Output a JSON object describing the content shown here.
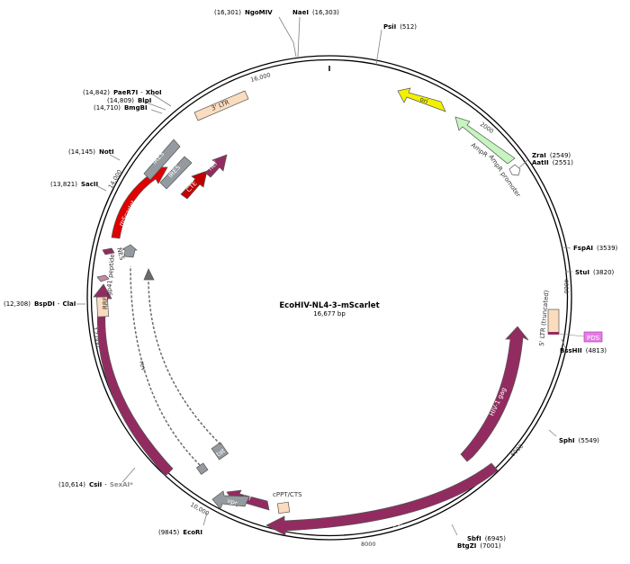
{
  "plasmid": {
    "name": "EcoHIV-NL4-3–mScarlet",
    "length_label": "16,677 bp",
    "length_bp": 16677
  },
  "tick_labels": [
    {
      "text": "2000",
      "bp": 2000
    },
    {
      "text": "4000",
      "bp": 4000
    },
    {
      "text": "6000",
      "bp": 6000
    },
    {
      "text": "8000",
      "bp": 8000
    },
    {
      "text": "10,000",
      "bp": 10000
    },
    {
      "text": "12,000",
      "bp": 12000
    },
    {
      "text": "14,000",
      "bp": 14000
    },
    {
      "text": "16,000",
      "bp": 16000
    }
  ],
  "sites": [
    {
      "name": "NgoMIV",
      "pos": "(16,301)",
      "bp": 16301
    },
    {
      "name": "NaeI",
      "pos": "(16,303)",
      "bp": 16303
    },
    {
      "name": "PsiI",
      "pos": "(512)",
      "bp": 512
    },
    {
      "name": "ZraI",
      "pos": "(2549)",
      "bp": 2549
    },
    {
      "name": "AatII",
      "pos": "(2551)",
      "bp": 2551
    },
    {
      "name": "FspAI",
      "pos": "(3539)",
      "bp": 3539
    },
    {
      "name": "StuI",
      "pos": "(3820)",
      "bp": 3820
    },
    {
      "name": "BssHII",
      "pos": "(4813)",
      "bp": 4813
    },
    {
      "name": "SphI",
      "pos": "(5549)",
      "bp": 5549
    },
    {
      "name": "SbfI",
      "pos": "(6945)",
      "bp": 6945
    },
    {
      "name": "BtgZI",
      "pos": "(7001)",
      "bp": 7001
    },
    {
      "name": "EcoRI",
      "pos": "(9845)",
      "bp": 9845
    },
    {
      "name": "CsiI",
      "second": "SexAI*",
      "pos": "(10,614)",
      "bp": 10614
    },
    {
      "name": "BspDI",
      "second": "ClaI",
      "pos": "(12,308)",
      "bp": 12308
    },
    {
      "name": "SacII",
      "pos": "(13,821)",
      "bp": 13821
    },
    {
      "name": "NotI",
      "pos": "(14,145)",
      "bp": 14145
    },
    {
      "name": "BmgBI",
      "pos": "(14,710)",
      "bp": 14710
    },
    {
      "name": "BlpI",
      "pos": "(14,809)",
      "bp": 14809
    },
    {
      "name": "PaeR7I",
      "second": "XhoI",
      "pos": "(14,842)",
      "bp": 14842
    }
  ],
  "features": [
    {
      "label": "ori",
      "color": "#f2f200"
    },
    {
      "label": "AmpR",
      "color": "#c6f5c0"
    },
    {
      "label": "AmpR promoter",
      "color": "#ffffff"
    },
    {
      "label": "5' LTR (truncated)",
      "color": "#fbdcbf"
    },
    {
      "label": "PDS",
      "color": "#e57ce5"
    },
    {
      "label": "HIV-1 gag",
      "color": "#922c60"
    },
    {
      "label": "HIV-1 pol",
      "color": "#922c60"
    },
    {
      "label": "cPPT/CTS",
      "color": "#fbdcbf"
    },
    {
      "label": "vif",
      "color": "#922c60"
    },
    {
      "label": "vpr",
      "color": "#949aa0"
    },
    {
      "label": "tat",
      "color": "#949aa0"
    },
    {
      "label": "rev",
      "color": "#949aa0"
    },
    {
      "label": "gp80-MuLV eco",
      "color": "#922c60"
    },
    {
      "label": "RRE",
      "color": "#fbdcbf"
    },
    {
      "label": "gp41 peptide",
      "color": "#c28aa4"
    },
    {
      "label": "NES",
      "color": "#922c60"
    },
    {
      "label": "mScarlet",
      "color": "#e00000"
    },
    {
      "label": "IRES",
      "color": "#949aa0"
    },
    {
      "label": "IRES",
      "color": "#949aa0"
    },
    {
      "label": "CTE",
      "color": "#c00000"
    },
    {
      "label": "nef",
      "color": "#922c60"
    },
    {
      "label": "3' LTR",
      "color": "#fbdcbf"
    }
  ]
}
